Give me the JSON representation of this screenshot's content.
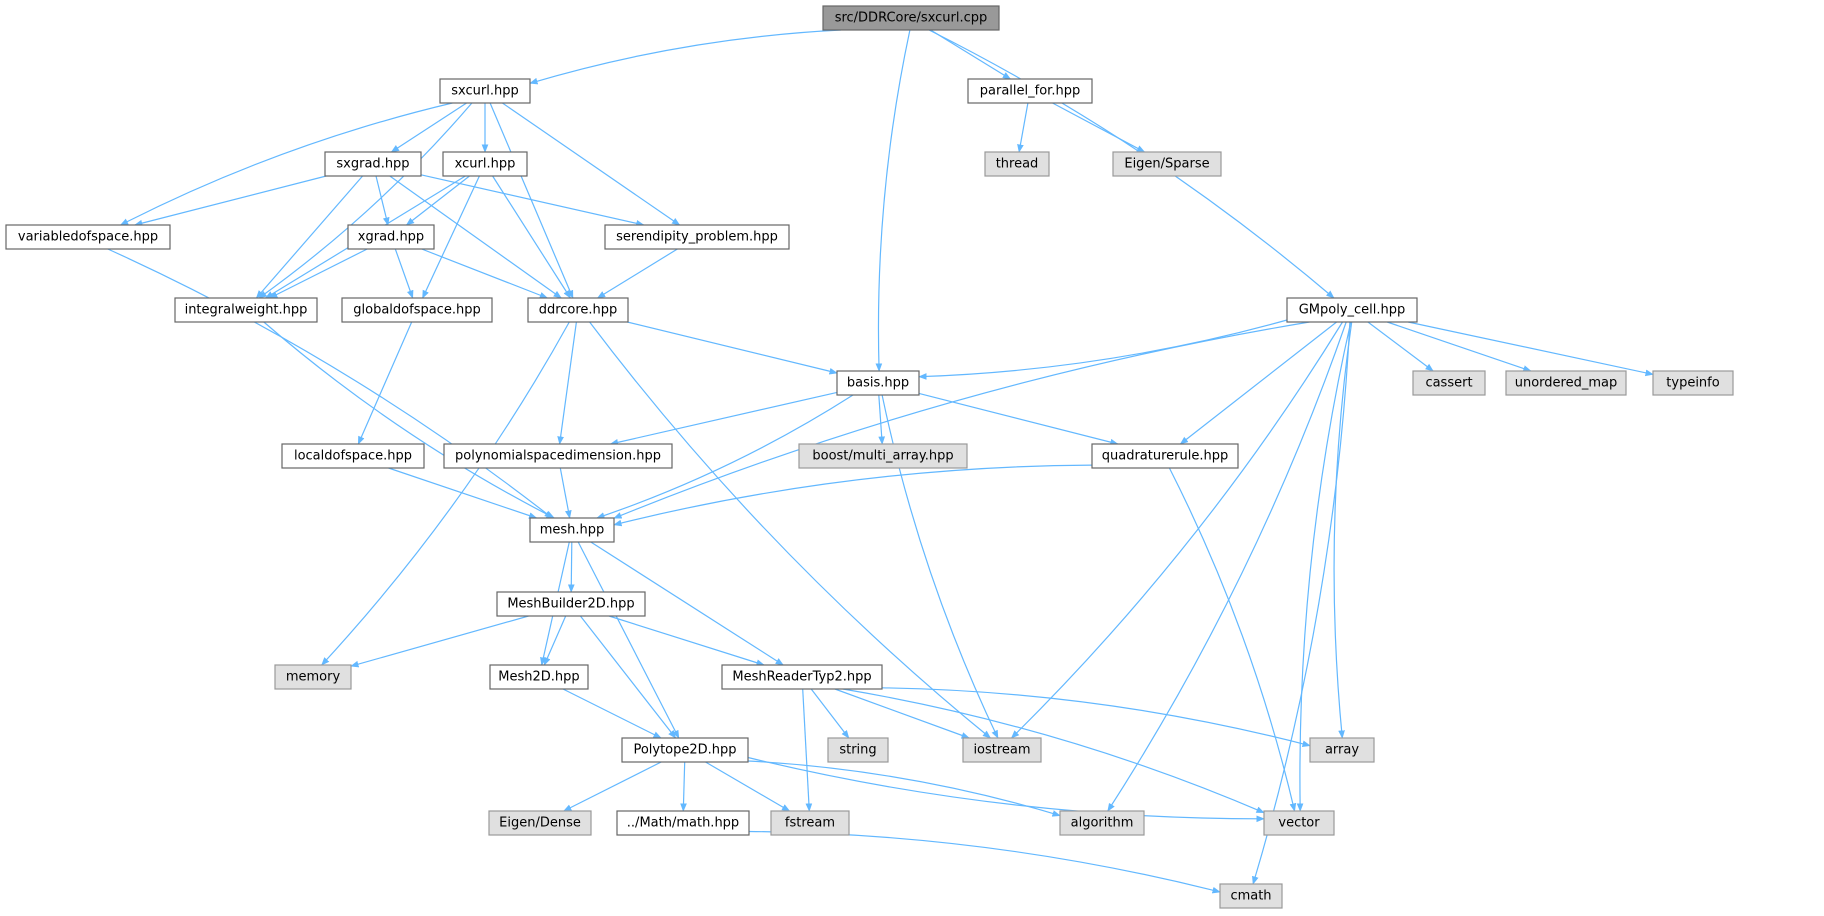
{
  "diagram": {
    "colors": {
      "edge": "#63b8ff",
      "root_fill": "#999999",
      "root_stroke": "#666666",
      "file_fill": "#ffffff",
      "file_stroke": "#666666",
      "system_fill": "#e0e0e0",
      "system_stroke": "#999999"
    },
    "nodes": [
      {
        "id": "sxcurl_cpp",
        "label": "src/DDRCore/sxcurl.cpp",
        "kind": "root"
      },
      {
        "id": "sxcurl_hpp",
        "label": "sxcurl.hpp",
        "kind": "file"
      },
      {
        "id": "parallel_for",
        "label": "parallel_for.hpp",
        "kind": "file"
      },
      {
        "id": "thread",
        "label": "thread",
        "kind": "system"
      },
      {
        "id": "eigen_sparse",
        "label": "Eigen/Sparse",
        "kind": "system"
      },
      {
        "id": "sxgrad",
        "label": "sxgrad.hpp",
        "kind": "file"
      },
      {
        "id": "xcurl",
        "label": "xcurl.hpp",
        "kind": "file"
      },
      {
        "id": "variabledofspace",
        "label": "variabledofspace.hpp",
        "kind": "file"
      },
      {
        "id": "xgrad",
        "label": "xgrad.hpp",
        "kind": "file"
      },
      {
        "id": "serendipity",
        "label": "serendipity_problem.hpp",
        "kind": "file"
      },
      {
        "id": "integralweight",
        "label": "integralweight.hpp",
        "kind": "file"
      },
      {
        "id": "globaldofspace",
        "label": "globaldofspace.hpp",
        "kind": "file"
      },
      {
        "id": "ddrcore",
        "label": "ddrcore.hpp",
        "kind": "file"
      },
      {
        "id": "gmpoly",
        "label": "GMpoly_cell.hpp",
        "kind": "file"
      },
      {
        "id": "basis",
        "label": "basis.hpp",
        "kind": "file"
      },
      {
        "id": "cassert",
        "label": "cassert",
        "kind": "system"
      },
      {
        "id": "unordered_map",
        "label": "unordered_map",
        "kind": "system"
      },
      {
        "id": "typeinfo",
        "label": "typeinfo",
        "kind": "system"
      },
      {
        "id": "localdofspace",
        "label": "localdofspace.hpp",
        "kind": "file"
      },
      {
        "id": "polyspacedim",
        "label": "polynomialspacedimension.hpp",
        "kind": "file"
      },
      {
        "id": "boost_multi",
        "label": "boost/multi_array.hpp",
        "kind": "system"
      },
      {
        "id": "quadrature",
        "label": "quadraturerule.hpp",
        "kind": "file"
      },
      {
        "id": "mesh",
        "label": "mesh.hpp",
        "kind": "file"
      },
      {
        "id": "meshbuilder",
        "label": "MeshBuilder2D.hpp",
        "kind": "file"
      },
      {
        "id": "memory",
        "label": "memory",
        "kind": "system"
      },
      {
        "id": "mesh2d",
        "label": "Mesh2D.hpp",
        "kind": "file"
      },
      {
        "id": "meshreader",
        "label": "MeshReaderTyp2.hpp",
        "kind": "file"
      },
      {
        "id": "string",
        "label": "string",
        "kind": "system"
      },
      {
        "id": "iostream",
        "label": "iostream",
        "kind": "system"
      },
      {
        "id": "array",
        "label": "array",
        "kind": "system"
      },
      {
        "id": "polytope2d",
        "label": "Polytope2D.hpp",
        "kind": "file"
      },
      {
        "id": "eigen_dense",
        "label": "Eigen/Dense",
        "kind": "system"
      },
      {
        "id": "math",
        "label": "../Math/math.hpp",
        "kind": "file"
      },
      {
        "id": "fstream",
        "label": "fstream",
        "kind": "system"
      },
      {
        "id": "algorithm",
        "label": "algorithm",
        "kind": "system"
      },
      {
        "id": "vector",
        "label": "vector",
        "kind": "system"
      },
      {
        "id": "cmath",
        "label": "cmath",
        "kind": "system"
      }
    ],
    "edges": [
      [
        "sxcurl_cpp",
        "sxcurl_hpp"
      ],
      [
        "sxcurl_cpp",
        "parallel_for"
      ],
      [
        "sxcurl_cpp",
        "basis"
      ],
      [
        "sxcurl_cpp",
        "gmpoly"
      ],
      [
        "parallel_for",
        "thread"
      ],
      [
        "parallel_for",
        "eigen_sparse"
      ],
      [
        "sxcurl_hpp",
        "variabledofspace"
      ],
      [
        "sxcurl_hpp",
        "sxgrad"
      ],
      [
        "sxcurl_hpp",
        "xcurl"
      ],
      [
        "sxcurl_hpp",
        "integralweight"
      ],
      [
        "sxcurl_hpp",
        "serendipity"
      ],
      [
        "sxcurl_hpp",
        "ddrcore"
      ],
      [
        "sxgrad",
        "variabledofspace"
      ],
      [
        "sxgrad",
        "xgrad"
      ],
      [
        "sxgrad",
        "integralweight"
      ],
      [
        "sxgrad",
        "serendipity"
      ],
      [
        "sxgrad",
        "ddrcore"
      ],
      [
        "xcurl",
        "xgrad"
      ],
      [
        "xcurl",
        "integralweight"
      ],
      [
        "xcurl",
        "globaldofspace"
      ],
      [
        "xcurl",
        "ddrcore"
      ],
      [
        "xgrad",
        "integralweight"
      ],
      [
        "xgrad",
        "globaldofspace"
      ],
      [
        "xgrad",
        "ddrcore"
      ],
      [
        "serendipity",
        "ddrcore"
      ],
      [
        "variabledofspace",
        "mesh"
      ],
      [
        "integralweight",
        "mesh"
      ],
      [
        "globaldofspace",
        "localdofspace"
      ],
      [
        "localdofspace",
        "mesh"
      ],
      [
        "ddrcore",
        "basis"
      ],
      [
        "ddrcore",
        "polyspacedim"
      ],
      [
        "ddrcore",
        "memory"
      ],
      [
        "ddrcore",
        "iostream"
      ],
      [
        "gmpoly",
        "basis"
      ],
      [
        "gmpoly",
        "cassert"
      ],
      [
        "gmpoly",
        "unordered_map"
      ],
      [
        "gmpoly",
        "typeinfo"
      ],
      [
        "gmpoly",
        "quadrature"
      ],
      [
        "gmpoly",
        "mesh"
      ],
      [
        "gmpoly",
        "iostream"
      ],
      [
        "gmpoly",
        "array"
      ],
      [
        "gmpoly",
        "algorithm"
      ],
      [
        "gmpoly",
        "vector"
      ],
      [
        "gmpoly",
        "cmath"
      ],
      [
        "basis",
        "polyspacedim"
      ],
      [
        "basis",
        "boost_multi"
      ],
      [
        "basis",
        "quadrature"
      ],
      [
        "basis",
        "mesh"
      ],
      [
        "basis",
        "iostream"
      ],
      [
        "polyspacedim",
        "mesh"
      ],
      [
        "quadrature",
        "mesh"
      ],
      [
        "quadrature",
        "vector"
      ],
      [
        "mesh",
        "meshbuilder"
      ],
      [
        "mesh",
        "mesh2d"
      ],
      [
        "mesh",
        "meshreader"
      ],
      [
        "mesh",
        "polytope2d"
      ],
      [
        "meshbuilder",
        "memory"
      ],
      [
        "meshbuilder",
        "mesh2d"
      ],
      [
        "meshbuilder",
        "meshreader"
      ],
      [
        "meshbuilder",
        "polytope2d"
      ],
      [
        "mesh2d",
        "polytope2d"
      ],
      [
        "meshreader",
        "string"
      ],
      [
        "meshreader",
        "iostream"
      ],
      [
        "meshreader",
        "array"
      ],
      [
        "meshreader",
        "fstream"
      ],
      [
        "meshreader",
        "vector"
      ],
      [
        "polytope2d",
        "eigen_dense"
      ],
      [
        "polytope2d",
        "math"
      ],
      [
        "polytope2d",
        "fstream"
      ],
      [
        "polytope2d",
        "algorithm"
      ],
      [
        "polytope2d",
        "vector"
      ],
      [
        "math",
        "cmath"
      ]
    ]
  }
}
